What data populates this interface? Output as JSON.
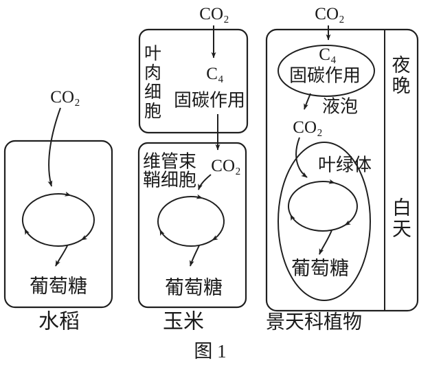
{
  "figure": {
    "caption": "图 1"
  },
  "rice": {
    "label": "水稻",
    "co2": "CO₂",
    "glucose": "葡萄糖"
  },
  "corn": {
    "label": "玉米",
    "co2_external": "CO₂",
    "mesophyll_cell": "叶肉细胞",
    "c4": "C₄",
    "carbon_fixation": "固碳作用",
    "bundle_sheath_line1": "维管束",
    "bundle_sheath_line2": "鞘细胞",
    "co2_internal": "CO₂",
    "glucose": "葡萄糖"
  },
  "cam": {
    "label": "景天科植物",
    "co2_external": "CO₂",
    "c4": "C₄",
    "carbon_fixation": "固碳作用",
    "vacuole": "液泡",
    "night": "夜晚",
    "co2_internal": "CO₂",
    "chloroplast": "叶绿体",
    "glucose": "葡萄糖",
    "day": "白天"
  },
  "colors": {
    "ink": "#1f1f1f",
    "background": "#ffffff"
  }
}
